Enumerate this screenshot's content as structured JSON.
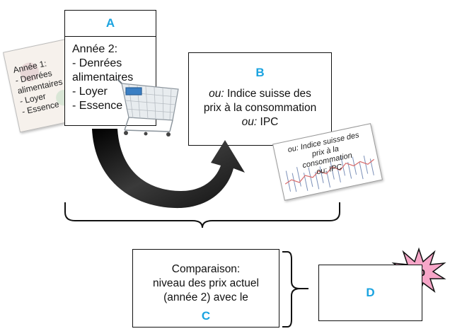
{
  "diagram": {
    "box_a": {
      "letter": "A",
      "text": "Année 2:\n- Denrées\nalimentaires\n- Loyer\n- Essence"
    },
    "note_year1": {
      "text": "Année 1:\n- Denrées\nalimentaires\n- Loyer\n- Essence"
    },
    "box_b": {
      "letter": "B",
      "line1_prefix": "ou:",
      "line1_rest": " Indice suisse des",
      "line2": "prix à la consommation",
      "line3_prefix": "ou:",
      "line3_rest": " IPC"
    },
    "note_ipc": {
      "text": "ou: Indice suisse des\nprix à la\nconsommation\nou: IPC"
    },
    "box_c": {
      "text": "Comparaison:\nniveau des prix actuel\n(année 2) avec le",
      "letter": "C"
    },
    "box_d": {
      "letter": "D"
    },
    "percent_badge": "%",
    "colors": {
      "accent": "#1aa3e0",
      "badge": "#f7a6c8",
      "arrow": "#111111"
    }
  }
}
